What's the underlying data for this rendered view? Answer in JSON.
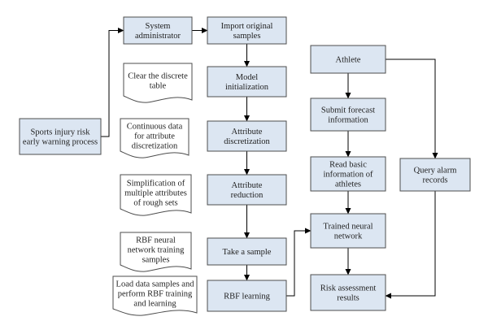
{
  "diagram": {
    "colors": {
      "box_fill": "#dce6f2",
      "doc_fill": "#ffffff",
      "stroke": "#4d4d4d",
      "arrow": "#000000"
    },
    "nodes": {
      "sports_injury": {
        "lines": [
          "Sports injury risk",
          "early warning process"
        ]
      },
      "system_admin": {
        "lines": [
          "System",
          "administrator"
        ]
      },
      "import_samples": {
        "lines": [
          "Import original",
          "samples"
        ]
      },
      "clear_table": {
        "lines": [
          "Clear the discrete",
          "table"
        ]
      },
      "model_init": {
        "lines": [
          "Model",
          "initialization"
        ]
      },
      "continuous_data": {
        "lines": [
          "Continuous data",
          "for attribute",
          "discretization"
        ]
      },
      "attr_discretization": {
        "lines": [
          "Attribute",
          "discretization"
        ]
      },
      "simplification": {
        "lines": [
          "Simplification of",
          "multiple attributes",
          "of rough sets"
        ]
      },
      "attr_reduction": {
        "lines": [
          "Attribute",
          "reduction"
        ]
      },
      "rbf_training_samples": {
        "lines": [
          "RBF neural",
          "network training",
          "samples"
        ]
      },
      "take_sample": {
        "lines": [
          "Take a sample"
        ]
      },
      "load_data": {
        "lines": [
          "Load data samples and",
          "perform RBF training",
          "and learning"
        ]
      },
      "rbf_learning": {
        "lines": [
          "RBF learning"
        ]
      },
      "athlete": {
        "lines": [
          "Athlete"
        ]
      },
      "submit_forecast": {
        "lines": [
          "Submit forecast",
          "information"
        ]
      },
      "read_basic": {
        "lines": [
          "Read basic",
          "information of",
          "athletes"
        ]
      },
      "trained_nn": {
        "lines": [
          "Trained neural",
          "network"
        ]
      },
      "risk_assessment": {
        "lines": [
          "Risk assessment",
          "results"
        ]
      },
      "query_alarm": {
        "lines": [
          "Query alarm",
          "records"
        ]
      }
    }
  }
}
